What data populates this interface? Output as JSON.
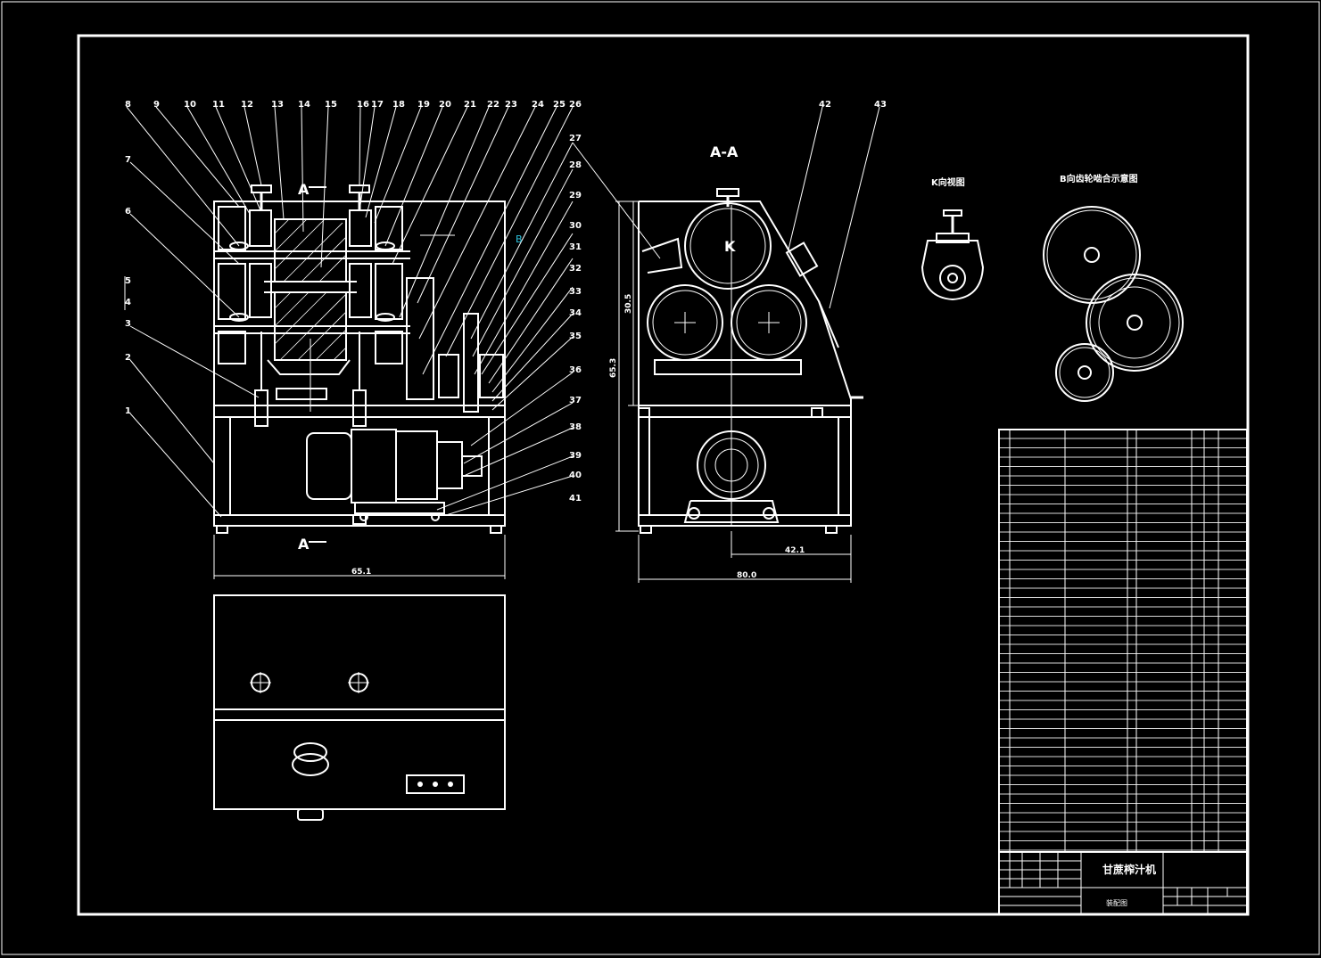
{
  "drawing": {
    "section_label": "A-A",
    "section_marker_top": "A",
    "section_marker_bottom": "A",
    "view_marker_b": "B",
    "view_marker_k": "K",
    "k_view_title": "K向视图",
    "b_view_title": "B向齿轮啮合示意图",
    "dimensions": {
      "front_width": "65.1",
      "side_width": "80.0",
      "side_offset": "42.1",
      "side_height_total": "65.3",
      "side_height_upper": "30.5"
    },
    "part_labels_top": [
      "8",
      "9",
      "10",
      "11",
      "12",
      "13",
      "14",
      "15",
      "16",
      "17",
      "18",
      "19",
      "20",
      "21",
      "22",
      "23",
      "24",
      "25",
      "26"
    ],
    "part_labels_left": [
      "7",
      "6",
      "5",
      "4",
      "3",
      "2",
      "1"
    ],
    "part_labels_right": [
      "27",
      "28",
      "29",
      "30",
      "31",
      "32",
      "33",
      "34",
      "35",
      "36",
      "37",
      "38",
      "39",
      "40",
      "41"
    ],
    "part_labels_side": [
      "42",
      "43"
    ]
  },
  "title_block": {
    "title": "甘蔗榨汁机",
    "subtitle": "装配图"
  }
}
